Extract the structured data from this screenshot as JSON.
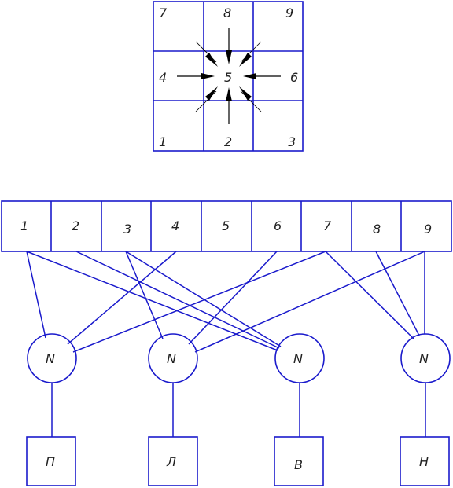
{
  "grid_cells": [
    "7",
    "8",
    "9",
    "4",
    "5",
    "6",
    "1",
    "2",
    "3"
  ],
  "row_cells": [
    "1",
    "2",
    "3",
    "4",
    "5",
    "6",
    "7",
    "8",
    "9"
  ],
  "neurons": [
    "N",
    "N",
    "N",
    "N"
  ],
  "outputs": [
    "П",
    "Л",
    "В",
    "Н"
  ],
  "connections": {
    "neuron_1": [
      "1",
      "4",
      "7"
    ],
    "neuron_2": [
      "3",
      "6",
      "9"
    ],
    "neuron_3": [
      "1",
      "2",
      "3"
    ],
    "neuron_4": [
      "7",
      "8",
      "9"
    ]
  },
  "colors": {
    "line": "#1a1acc",
    "text": "#222222",
    "arrows": "#000000"
  }
}
